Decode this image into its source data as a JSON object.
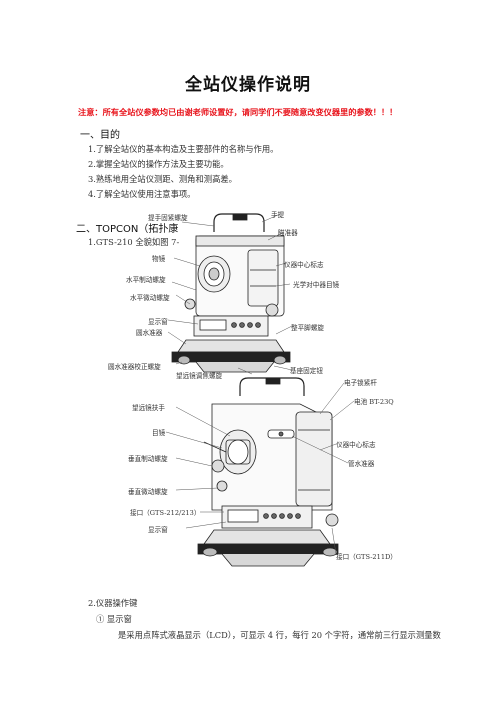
{
  "document": {
    "title": "全站仪操作说明",
    "notice": "注意：所有全站仪参数均已由谢老师设置好，请同学们不要随意改变仪器里的参数！！！",
    "section1": {
      "heading": "一、目的",
      "items": [
        "1.了解全站仪的基本构造及主要部件的名称与作用。",
        "2.掌握全站仪的操作方法及主要功能。",
        "3.熟练地用全站仪测距、测角和测高差。",
        "4.了解全站仪使用注意事项。"
      ]
    },
    "section2": {
      "heading": "二、TOPCON（拓扑康",
      "sub": "1.GTS-210 全貌如图 7-"
    },
    "figure1_labels": {
      "handle_screw": "提手固紧螺旋",
      "handle": "手提",
      "sight": "瞄准器",
      "objective": "物镜",
      "h_clamp": "水平制动螺旋",
      "h_tangent": "水平微动螺旋",
      "center_mark": "仪器中心标志",
      "optical_plummet": "光学对中器目镜",
      "display": "显示窗",
      "circular_level": "圆水准器",
      "leveling_screw": "整平脚螺旋",
      "level_adjust": "圆水准器校正螺旋",
      "focus_screw": "望远镜调焦螺旋",
      "base_lock": "基座固定钮"
    },
    "figure2_labels": {
      "telescope_handle": "望远镜扶手",
      "eyepiece": "目镜",
      "v_clamp": "垂直制动螺旋",
      "v_tangent": "垂直微动螺旋",
      "port_left": "接口（GTS-212/213）",
      "display": "显示窗",
      "battery_lock": "电子锁紧杆",
      "battery": "电池 BT-23Q",
      "center_mark": "仪器中心标志",
      "tube_level": "管水准器",
      "port_right": "接口（GTS-211D）"
    },
    "section3": {
      "heading": "2.仪器操作键",
      "sub": "① 显示窗",
      "text": "是采用点阵式液晶显示（LCD），可显示 4 行，每行 20 个字符，通常前三行显示测量数"
    }
  }
}
